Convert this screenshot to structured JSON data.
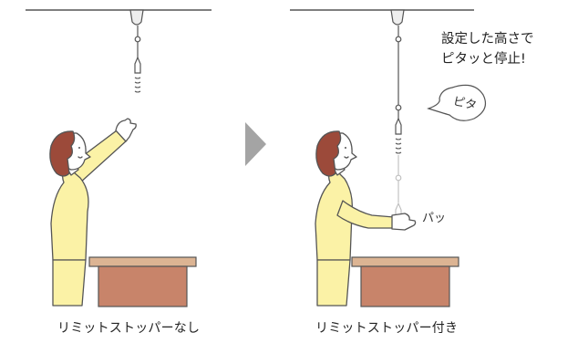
{
  "captions": {
    "without_stopper": "リミットストッパーなし",
    "with_stopper": "リミットストッパー付き"
  },
  "annotation": {
    "line1": "設定した高さで",
    "line2": "ピタッと停止!"
  },
  "speech_bubble": {
    "text": "ピタ"
  },
  "sound_effect": {
    "text": "パッ"
  },
  "colors": {
    "line": "#555555",
    "shirt": "#fbf2a6",
    "hair": "#9c4a3a",
    "skin": "#ffffff",
    "table_top": "#dcb493",
    "table_body": "#c8846a",
    "arrow": "#a4a4a4",
    "ceiling_fixture": "#eeeeee"
  }
}
